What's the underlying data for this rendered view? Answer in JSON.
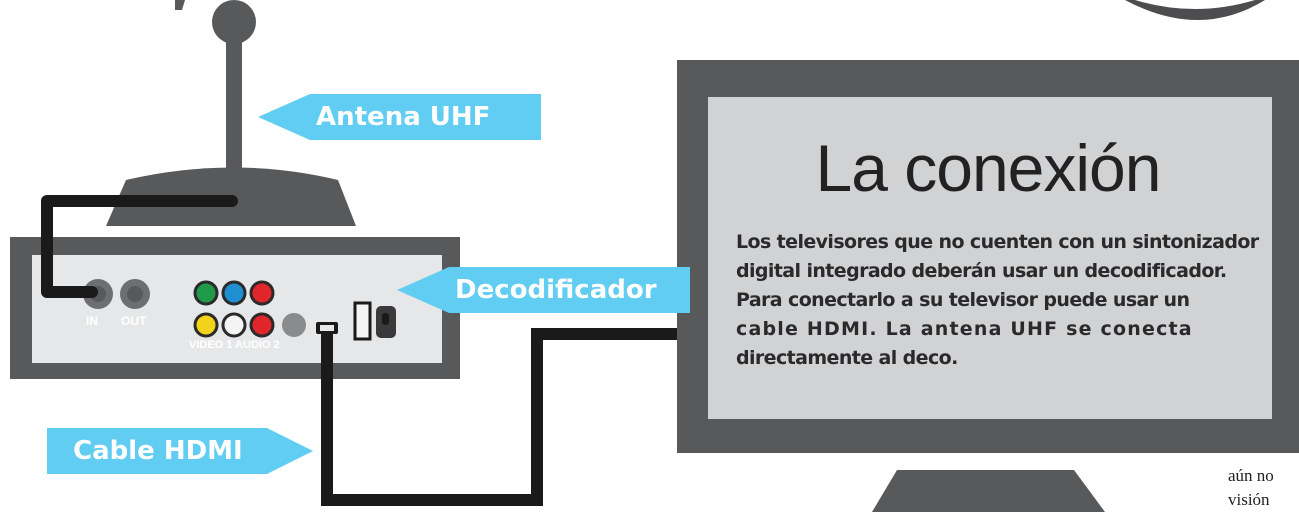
{
  "callouts": {
    "antenna": "Antena UHF",
    "decoder": "Decodificador",
    "cable": "Cable HDMI"
  },
  "decoder_panel": {
    "port_in": "IN",
    "port_out": "OUT",
    "av_label": "VIDEO 1 AUDIO 2"
  },
  "tv_screen": {
    "title": "La conexión",
    "body_lines": [
      "Los televisores que no cuenten con un sintonizador",
      "digital integrado deberán usar un decodificador.",
      "Para conectarlo a su televisor puede usar un",
      "cable HDMI. La antena UHF se conecta",
      "directamente al deco."
    ]
  },
  "cropped_text": {
    "line1": "aún no",
    "line2": "visión"
  },
  "colors": {
    "callout_blue": "#62cdf2",
    "gray_dark": "#58595b",
    "gray_mid": "#6d6e70",
    "screen_fill": "#d1d2d4",
    "cable_black": "#1a1a1a",
    "rca_green": "#1f9a48",
    "rca_blue": "#1e8fd0",
    "rca_red": "#e0262b",
    "rca_yellow": "#f2d21a",
    "rca_white": "#f4f4f4"
  }
}
